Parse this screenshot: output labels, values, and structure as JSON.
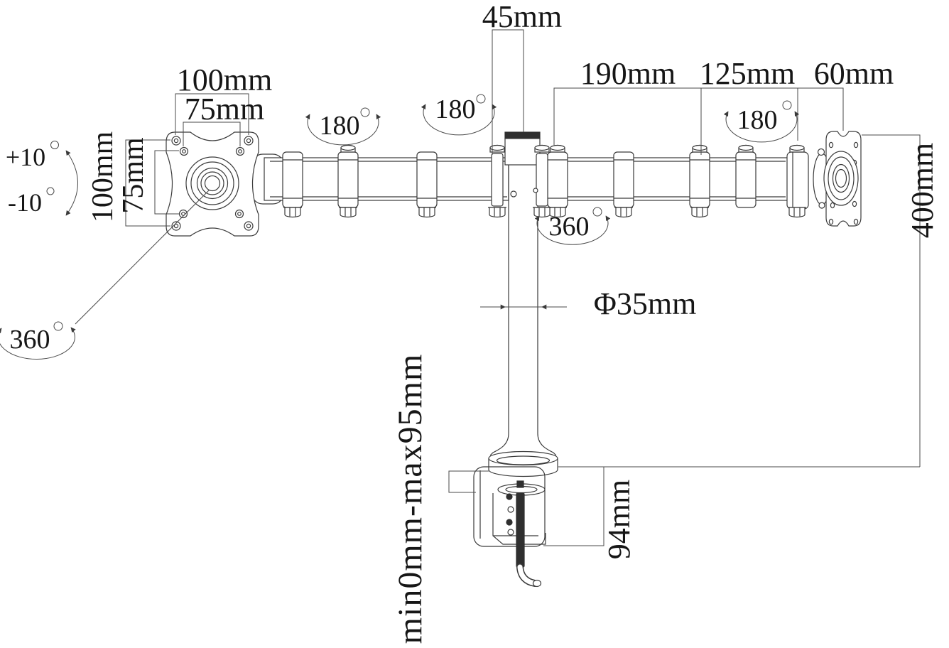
{
  "figure": {
    "kind": "technical-dimension-diagram",
    "subject": "dual-monitor-desk-mount-arm",
    "background": "#ffffff",
    "line_color": "#3a3a3a",
    "text_color": "#161616"
  },
  "labels": {
    "cap_width": "45mm",
    "seg_190": "190mm",
    "seg_125": "125mm",
    "seg_60": "60mm",
    "vesa_width_outer": "100mm",
    "vesa_width_inner": "75mm",
    "vesa_height_outer": "100mm",
    "vesa_height_inner": "75mm",
    "tilt_up": "+10",
    "tilt_down": "-10",
    "swivel_left_arm": "180",
    "swivel_center": "180",
    "swivel_right_arm": "180",
    "vesa_rotation": "360",
    "pole_rotation": "360",
    "pole_diameter": "Φ35mm",
    "pole_height": "400mm",
    "desk_thickness": "min0mm-max95mm",
    "clamp_height": "94mm"
  }
}
